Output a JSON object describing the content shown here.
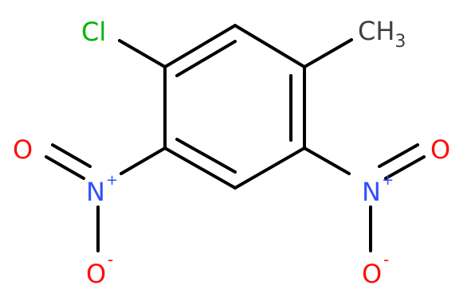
{
  "molecule": {
    "atoms": {
      "chlorine": {
        "symbol": "Cl",
        "color": "#00b400"
      },
      "methyl": {
        "symbol": "CH",
        "subscript": "3",
        "color": "#404040"
      },
      "nitrogen_left": {
        "symbol": "N",
        "charge": "+",
        "color": "#3050f8"
      },
      "nitrogen_right": {
        "symbol": "N",
        "charge": "+",
        "color": "#3050f8"
      },
      "oxygen_left_top": {
        "symbol": "O",
        "color": "#ff0d0d"
      },
      "oxygen_left_bottom": {
        "symbol": "O",
        "charge": "-",
        "color": "#ff0d0d"
      },
      "oxygen_right_top": {
        "symbol": "O",
        "color": "#ff0d0d"
      },
      "oxygen_right_bottom": {
        "symbol": "O",
        "charge": "-",
        "color": "#ff0d0d"
      }
    },
    "colors": {
      "bond": "#000000",
      "chlorine": "#00b400",
      "nitrogen": "#3050f8",
      "oxygen": "#ff0d0d",
      "carbon": "#404040"
    }
  }
}
